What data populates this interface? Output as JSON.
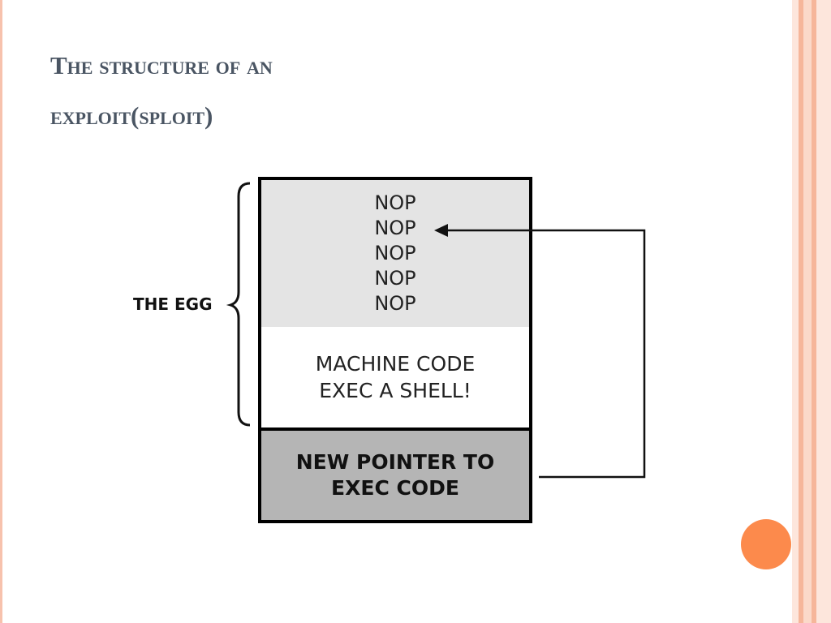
{
  "title": {
    "line1": "The structure of an",
    "line2": "exploit(sploit)"
  },
  "diagram": {
    "egg_label": "THE EGG",
    "nop_lines": [
      "NOP",
      "NOP",
      "NOP",
      "NOP",
      "NOP"
    ],
    "machine_code": {
      "line1": "MACHINE CODE",
      "line2": "EXEC A SHELL!"
    },
    "pointer": {
      "line1": "NEW POINTER TO",
      "line2": "EXEC CODE"
    }
  },
  "colors": {
    "title": "#4a5563",
    "nop_fill": "#e4e4e4",
    "pointer_fill": "#b5b5b5",
    "accent_circle": "#fc8a4c",
    "stripe_light": "#fbd9c9",
    "stripe_dark": "#f6b69a"
  }
}
